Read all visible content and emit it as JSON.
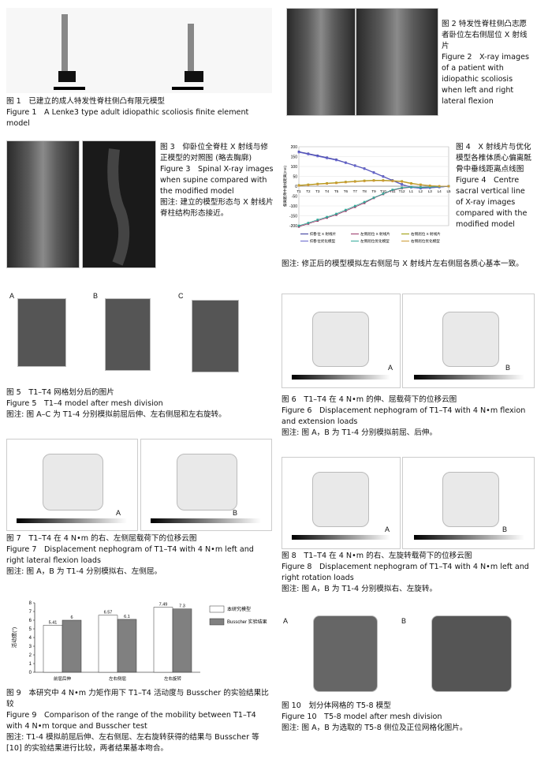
{
  "figures": {
    "fig1": {
      "cn": "图 1　已建立的成人特发性脊柱侧凸有限元模型",
      "en": "Figure 1　A Lenke3 type adult idiopathic scoliosis finite element model"
    },
    "fig2": {
      "cn": "图 2 特发性脊柱侧凸志愿者卧位左右侧屈位 X 射线片",
      "en": "Figure 2　X-ray images of a patient with idiopathic scoliosis when left and right lateral flexion"
    },
    "fig3": {
      "cn": "图 3　仰卧位全脊柱 X 射线与修正模型的对照图 (略去胸廓)",
      "en": "Figure 3　Spinal X-ray images when supine compared with the modified model",
      "note": "图注: 建立的模型形态与 X 射线片脊柱结构形态接近。"
    },
    "fig4": {
      "cn": "图 4　X 射线片与优化模型各椎体质心偏离骶骨中垂线距离点线图",
      "en": "Figure 4　Centre sacral vertical line of X-ray images compared with the modified model",
      "note": "图注: 修正后的模型模拟左右侧屈与 X 射线片左右侧屈各质心基本一致。"
    },
    "fig5": {
      "cn": "图 5　T1–T4 网格划分后的图片",
      "en": "Figure 5　T1–4 model after mesh division",
      "note": "图注: 图 A–C 为 T1-4 分别模拟前屈后伸、左右侧屈和左右旋转。",
      "panels": [
        "A",
        "B",
        "C"
      ]
    },
    "fig6": {
      "cn": "图 6　T1–T4 在 4 N•m 的伸、屈载荷下的位移云图",
      "en": "Figure 6　Displacement nephogram of T1–T4 with 4 N•m flexion and extension loads",
      "note": "图注: 图 A，B 为 T1-4 分别模拟前屈、后伸。",
      "panels": [
        "A",
        "B"
      ]
    },
    "fig7": {
      "cn": "图 7　T1–T4 在 4 N•m 的右、左侧屈载荷下的位移云图",
      "en": "Figure 7　Displacement nephogram of T1–T4 with 4 N•m left and right lateral flexion loads",
      "note": "图注: 图 A，B 为 T1-4 分别模拟右、左侧屈。",
      "panels": [
        "A",
        "B"
      ]
    },
    "fig8": {
      "cn": "图 8　T1–T4 在 4 N•m 的右、左旋转载荷下的位移云图",
      "en": "Figure 8　Displacement nephogram of T1–T4 with 4 N•m left and right rotation loads",
      "note": "图注: 图 A，B 为 T1-4 分别模拟右、左旋转。",
      "panels": [
        "A",
        "B"
      ]
    },
    "fig9": {
      "cn": "图 9　本研究中 4 N•m 力矩作用下 T1–T4 活动度与 Busscher 的实验结果比较",
      "en": "Figure 9　Comparison of the range of the mobility between T1–T4 with 4 N•m torque and Busscher test",
      "note": "图注: T1-4 模拟前屈后伸、左右侧屈、左右旋转获得的结果与 Busscher 等[10] 的实验结果进行比较，两者结果基本吻合。"
    },
    "fig10": {
      "cn": "图 10　划分体网格的 T5-8 模型",
      "en": "Figure 10　T5-8 model after mesh division",
      "note": "图注: 图 A，B 为选取的 T5-8 侧位及正位网格化图片。",
      "panels": [
        "A",
        "B"
      ]
    }
  },
  "chart_data": [
    {
      "type": "line",
      "id": "fig4",
      "ylabel": "偏离骶骨中垂线距离(mm)",
      "ylim": [
        -200,
        200
      ],
      "yticks": [
        200,
        150,
        100,
        50,
        0,
        -50,
        -100,
        -150,
        -200
      ],
      "categories": [
        "T1",
        "T2",
        "T3",
        "T4",
        "T5",
        "T6",
        "T7",
        "T8",
        "T9",
        "T10",
        "T11",
        "T12",
        "L1",
        "L2",
        "L3",
        "L4",
        "L5"
      ],
      "series": [
        {
          "name": "仰卧位 X 射线片",
          "color": "#333399",
          "values": [
            175,
            165,
            155,
            145,
            135,
            120,
            105,
            90,
            70,
            50,
            30,
            10,
            -5,
            -10,
            -8,
            -5,
            0
          ]
        },
        {
          "name": "左侧屈位 X 射线片",
          "color": "#993366",
          "values": [
            -205,
            -190,
            -175,
            -160,
            -145,
            -125,
            -105,
            -85,
            -60,
            -40,
            -20,
            -10,
            -5,
            -8,
            -5,
            -3,
            0
          ]
        },
        {
          "name": "右侧屈位 X 射线片",
          "color": "#999900",
          "values": [
            5,
            8,
            12,
            15,
            18,
            22,
            25,
            28,
            30,
            30,
            28,
            25,
            15,
            8,
            3,
            0,
            0
          ]
        },
        {
          "name": "仰卧位优化模型",
          "color": "#6666cc",
          "values": [
            172,
            162,
            152,
            142,
            132,
            118,
            103,
            88,
            68,
            48,
            28,
            8,
            -6,
            -11,
            -8,
            -5,
            0
          ]
        },
        {
          "name": "左侧屈位优化模型",
          "color": "#33aa99",
          "values": [
            -200,
            -186,
            -170,
            -156,
            -140,
            -120,
            -100,
            -80,
            -58,
            -38,
            -18,
            -8,
            -4,
            -6,
            -4,
            -2,
            0
          ]
        },
        {
          "name": "右侧屈位优化模型",
          "color": "#cc9933",
          "values": [
            3,
            6,
            10,
            13,
            16,
            20,
            23,
            26,
            28,
            28,
            26,
            23,
            13,
            7,
            2,
            0,
            0
          ]
        }
      ]
    },
    {
      "type": "bar",
      "id": "fig9",
      "ylabel": "活动度(°)",
      "ylim": [
        0,
        8
      ],
      "yticks": [
        0,
        1,
        2,
        3,
        4,
        5,
        6,
        7,
        8
      ],
      "categories": [
        "前屈后伸",
        "左右侧屈",
        "左右旋转"
      ],
      "series": [
        {
          "name": "本研究模型",
          "color": "#ffffff",
          "values": [
            5.41,
            6.57,
            7.49
          ],
          "labels": [
            "5.41",
            "6.57",
            "7.49"
          ]
        },
        {
          "name": "Busscher 实验结果",
          "color": "#808080",
          "values": [
            6,
            6.1,
            7.3
          ],
          "labels": [
            "6",
            "6.1",
            "7.3"
          ]
        }
      ]
    }
  ]
}
